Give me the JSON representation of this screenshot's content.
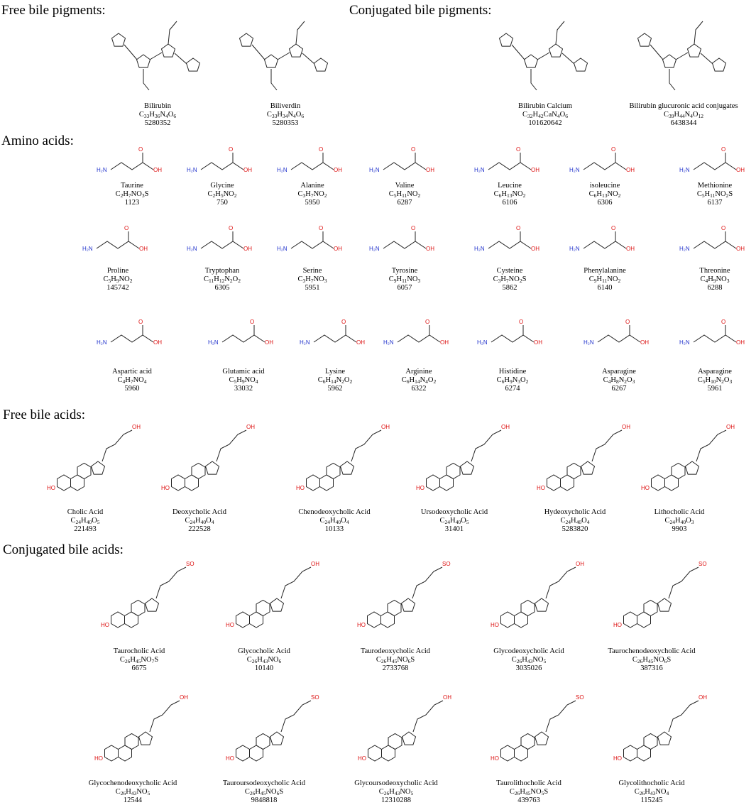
{
  "sections": {
    "free_pigments": "Free bile pigments:",
    "conj_pigments": "Conjugated bile pigments:",
    "amino_acids": "Amino acids:",
    "free_acids": "Free bile acids:",
    "conj_acids": "Conjugated bile acids:"
  },
  "compounds": [
    {
      "name": "Bilirubin",
      "formula": "C33H36N4O6",
      "cid": "5280352",
      "type": "pigment"
    },
    {
      "name": "Biliverdin",
      "formula": "C33H34N4O6",
      "cid": "5280353",
      "type": "pigment"
    },
    {
      "name": "Bilirubin Calcium",
      "formula": "C32H42CaN4O6",
      "cid": "101620642",
      "type": "pigment"
    },
    {
      "name": "Bilirubin glucuronic acid conjugates",
      "formula": "C39H44N4O12",
      "cid": "6438344",
      "type": "pigment"
    },
    {
      "name": "Taurine",
      "formula": "C2H7NO3S",
      "cid": "1123",
      "type": "amino"
    },
    {
      "name": "Glycine",
      "formula": "C2H5NO2",
      "cid": "750",
      "type": "amino"
    },
    {
      "name": "Alanine",
      "formula": "C3H7NO2",
      "cid": "5950",
      "type": "amino"
    },
    {
      "name": "Valine",
      "formula": "C5H11NO2",
      "cid": "6287",
      "type": "amino"
    },
    {
      "name": "Leucine",
      "formula": "C6H13NO2",
      "cid": "6106",
      "type": "amino"
    },
    {
      "name": "isoleucine",
      "formula": "C6H13NO2",
      "cid": "6306",
      "type": "amino"
    },
    {
      "name": "Methionine",
      "formula": "C5H11NO2S",
      "cid": "6137",
      "type": "amino"
    },
    {
      "name": "Proline",
      "formula": "C5H9NO2",
      "cid": "145742",
      "type": "amino"
    },
    {
      "name": "Tryptophan",
      "formula": "C11H12N2O2",
      "cid": "6305",
      "type": "amino"
    },
    {
      "name": "Serine",
      "formula": "C3H7NO3",
      "cid": "5951",
      "type": "amino"
    },
    {
      "name": "Tyrosine",
      "formula": "C9H11NO3",
      "cid": "6057",
      "type": "amino"
    },
    {
      "name": "Cysteine",
      "formula": "C3H7NO2S",
      "cid": "5862",
      "type": "amino"
    },
    {
      "name": "Phenylalanine",
      "formula": "C9H11NO2",
      "cid": "6140",
      "type": "amino"
    },
    {
      "name": "Threonine",
      "formula": "C4H9NO3",
      "cid": "6288",
      "type": "amino"
    },
    {
      "name": "Aspartic acid",
      "formula": "C4H7NO4",
      "cid": "5960",
      "type": "amino"
    },
    {
      "name": "Glutamic acid",
      "formula": "C5H9NO4",
      "cid": "33032",
      "type": "amino"
    },
    {
      "name": "Lysine",
      "formula": "C6H14N2O2",
      "cid": "5962",
      "type": "amino"
    },
    {
      "name": "Arginine",
      "formula": "C6H14N4O2",
      "cid": "6322",
      "type": "amino"
    },
    {
      "name": "Histidine",
      "formula": "C6H9N3O2",
      "cid": "6274",
      "type": "amino"
    },
    {
      "name": "Asparagine",
      "formula": "C4H8N2O3",
      "cid": "6267",
      "type": "amino"
    },
    {
      "name": "Asparagine",
      "formula": "C5H10N2O3",
      "cid": "5961",
      "type": "amino"
    },
    {
      "name": "Cholic Acid",
      "formula": "C24H40O5",
      "cid": "221493",
      "type": "steroid"
    },
    {
      "name": "Deoxycholic Acid",
      "formula": "C24H40O4",
      "cid": "222528",
      "type": "steroid"
    },
    {
      "name": "Chenodeoxycholic Acid",
      "formula": "C24H40O4",
      "cid": "10133",
      "type": "steroid"
    },
    {
      "name": "Ursodeoxycholic Acid",
      "formula": "C24H40O5",
      "cid": "31401",
      "type": "steroid"
    },
    {
      "name": "Hydeoxycholic Acid",
      "formula": "C24H40O4",
      "cid": "5283820",
      "type": "steroid"
    },
    {
      "name": "Lithocholic Acid",
      "formula": "C24H40O3",
      "cid": "9903",
      "type": "steroid"
    },
    {
      "name": "Taurocholic Acid",
      "formula": "C26H45NO7S",
      "cid": "6675",
      "type": "steroid"
    },
    {
      "name": "Glycocholic Acid",
      "formula": "C26H43NO6",
      "cid": "10140",
      "type": "steroid"
    },
    {
      "name": "Taurodeoxycholic Acid",
      "formula": "C26H45NO6S",
      "cid": "2733768",
      "type": "steroid"
    },
    {
      "name": "Glycodeoxycholic Acid",
      "formula": "C26H43NO5",
      "cid": "3035026",
      "type": "steroid"
    },
    {
      "name": "Taurochenodeoxycholic Acid",
      "formula": "C26H45NO6S",
      "cid": "387316",
      "type": "steroid"
    },
    {
      "name": "Glycochenodeoxycholic Acid",
      "formula": "C26H43NO5",
      "cid": "12544",
      "type": "steroid"
    },
    {
      "name": "Tauroursodeoxycholic Acid",
      "formula": "C26H45NO6S",
      "cid": "9848818",
      "type": "steroid"
    },
    {
      "name": "Glycoursodeoxycholic Acid",
      "formula": "C26H43NO5",
      "cid": "12310288",
      "type": "steroid"
    },
    {
      "name": "Taurolithocholic Acid",
      "formula": "C26H45NO5S",
      "cid": "439763",
      "type": "steroid"
    },
    {
      "name": "Glycolithocholic Acid",
      "formula": "C26H43NO4",
      "cid": "115245",
      "type": "steroid"
    }
  ]
}
